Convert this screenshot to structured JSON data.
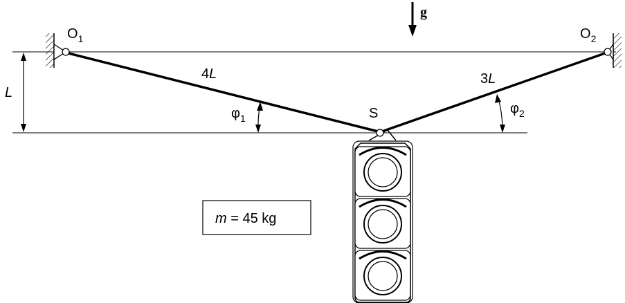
{
  "labels": {
    "o1": "O",
    "o1_sub": "1",
    "o2": "O",
    "o2_sub": "2",
    "gravity": "g",
    "length_l": "L",
    "rope1_num": "4",
    "rope1_var": "L",
    "rope2_num": "3",
    "rope2_var": "L",
    "phi1": "φ",
    "phi1_sub": "1",
    "phi2": "φ",
    "phi2_sub": "2",
    "point_s": "S",
    "mass_var": "m",
    "mass_value": " = 45 kg"
  }
}
